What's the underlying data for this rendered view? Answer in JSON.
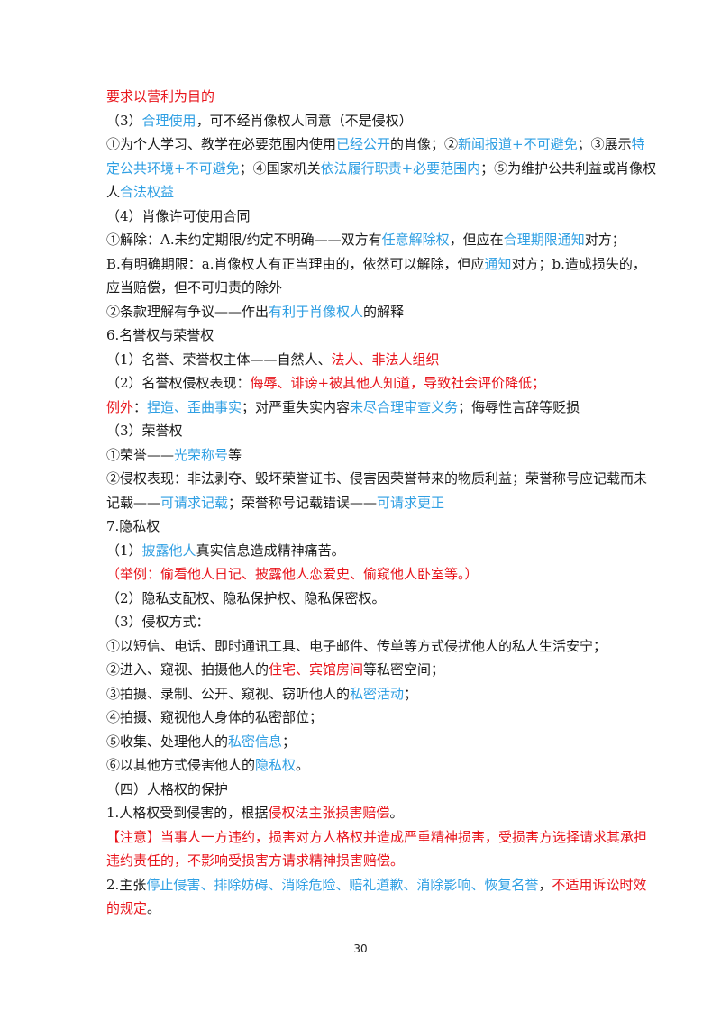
{
  "page_number": "30",
  "lines": [
    [
      [
        "r",
        "要求以营利为目的"
      ]
    ],
    [
      [
        "",
        "（3）"
      ],
      [
        "b",
        "合理使用"
      ],
      [
        "",
        "，可不经肖像权人同意（不是侵权）"
      ]
    ],
    [
      [
        "",
        "①为个人学习、教学在必要范围内使用"
      ],
      [
        "b",
        "已经公开"
      ],
      [
        "",
        "的肖像；②"
      ],
      [
        "b",
        "新闻报道+不可避免"
      ],
      [
        "",
        "；③展示"
      ],
      [
        "b",
        "特"
      ]
    ],
    [
      [
        "b",
        "定公共环境+不可避免"
      ],
      [
        "",
        "；④国家机关"
      ],
      [
        "b",
        "依法履行职责+必要范围内"
      ],
      [
        "",
        "；⑤为维护公共利益或肖像权"
      ]
    ],
    [
      [
        "",
        "人"
      ],
      [
        "b",
        "合法权益"
      ]
    ],
    [
      [
        "",
        "（4）肖像许可使用合同"
      ]
    ],
    [
      [
        "",
        "①解除：A.未约定期限/约定不明确——双方有"
      ],
      [
        "b",
        "任意解除权"
      ],
      [
        "",
        "，但应在"
      ],
      [
        "b",
        "合理期限通知"
      ],
      [
        "",
        "对方；"
      ]
    ],
    [
      [
        "",
        "B.有明确期限：a.肖像权人有正当理由的，依然可以解除，但应"
      ],
      [
        "b",
        "通知"
      ],
      [
        "",
        "对方；b.造成损失的，"
      ]
    ],
    [
      [
        "",
        "应当赔偿，但不可归责的除外"
      ]
    ],
    [
      [
        "",
        "②条款理解有争议——作出"
      ],
      [
        "b",
        "有利于肖像权人"
      ],
      [
        "",
        "的解释"
      ]
    ],
    [
      [
        "",
        "6.名誉权与荣誉权"
      ]
    ],
    [
      [
        "",
        "（1）名誉、荣誉权主体——自然人、"
      ],
      [
        "r",
        "法人、非法人组织"
      ]
    ],
    [
      [
        "",
        "（2）名誉权侵权表现："
      ],
      [
        "r",
        "侮辱、诽谤+被其他人知道，导致社会评价降低；"
      ]
    ],
    [
      [
        "r",
        "例外"
      ],
      [
        "",
        "："
      ],
      [
        "b",
        "捏造、歪曲事实"
      ],
      [
        "",
        "；对严重失实内容"
      ],
      [
        "b",
        "未尽合理审查义务"
      ],
      [
        "",
        "；侮辱性言辞等贬损"
      ]
    ],
    [
      [
        "",
        "（3）荣誉权"
      ]
    ],
    [
      [
        "",
        "①荣誉——"
      ],
      [
        "b",
        "光荣称号"
      ],
      [
        "",
        "等"
      ]
    ],
    [
      [
        "",
        "②侵权表现：非法剥夺、毁坏荣誉证书、侵害因荣誉带来的物质利益；荣誉称号应记载而未"
      ]
    ],
    [
      [
        "",
        "记载——"
      ],
      [
        "b",
        "可请求记载"
      ],
      [
        "",
        "；荣誉称号记载错误——"
      ],
      [
        "b",
        "可请求更正"
      ]
    ],
    [
      [
        "",
        "7.隐私权"
      ]
    ],
    [
      [
        "",
        "（1）"
      ],
      [
        "b",
        "披露他人"
      ],
      [
        "",
        "真实信息造成精神痛苦。"
      ]
    ],
    [
      [
        "r",
        "（举例：偷看他人日记、披露他人恋爱史、偷窥他人卧室等。）"
      ]
    ],
    [
      [
        "",
        "（2）隐私支配权、隐私保护权、隐私保密权。"
      ]
    ],
    [
      [
        "",
        "（3）侵权方式："
      ]
    ],
    [
      [
        "",
        "①以短信、电话、即时通讯工具、电子邮件、传单等方式侵扰他人的私人生活安宁；"
      ]
    ],
    [
      [
        "",
        "②进入、窥视、拍摄他人的"
      ],
      [
        "r",
        "住宅、宾馆房间"
      ],
      [
        "",
        "等私密空间；"
      ]
    ],
    [
      [
        "",
        "③拍摄、录制、公开、窥视、窃听他人的"
      ],
      [
        "b",
        "私密活动"
      ],
      [
        "",
        "；"
      ]
    ],
    [
      [
        "",
        "④拍摄、窥视他人身体的私密部位；"
      ]
    ],
    [
      [
        "",
        "⑤收集、处理他人的"
      ],
      [
        "b",
        "私密信息"
      ],
      [
        "",
        "；"
      ]
    ],
    [
      [
        "",
        "⑥以其他方式侵害他人的"
      ],
      [
        "b",
        "隐私权"
      ],
      [
        "",
        "。"
      ]
    ],
    [
      [
        "",
        "（四）人格权的保护"
      ]
    ],
    [
      [
        "",
        "1.人格权受到侵害的，根据"
      ],
      [
        "r",
        "侵权法主张损害赔偿"
      ],
      [
        "",
        "。"
      ]
    ],
    [
      [
        "r",
        "【注意】当事人一方违约，损害对方人格权并造成严重精神损害，受损害方选择请求其承担"
      ]
    ],
    [
      [
        "r",
        "违约责任的，不影响受损害方请求精神损害赔偿。"
      ]
    ],
    [
      [
        "",
        "2.主张"
      ],
      [
        "b",
        "停止侵害、排除妨碍、消除危险、赔礼道歉、消除影响、恢复名誉"
      ],
      [
        "",
        "，"
      ],
      [
        "r",
        "不适用诉讼时效"
      ]
    ],
    [
      [
        "r",
        "的规定"
      ],
      [
        "",
        "。"
      ]
    ]
  ]
}
